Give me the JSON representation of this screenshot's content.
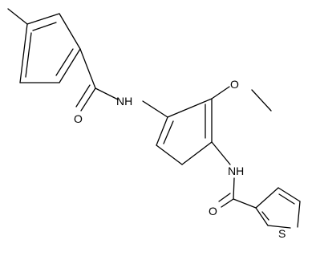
{
  "figure": {
    "type": "chemical-structure",
    "atom_labels": {
      "amide_nh_left": "NH",
      "amide_o_left": "O",
      "methoxy_o": "O",
      "amide_nh_right": "NH",
      "amide_o_right": "O",
      "thiophene_s": "S"
    }
  }
}
